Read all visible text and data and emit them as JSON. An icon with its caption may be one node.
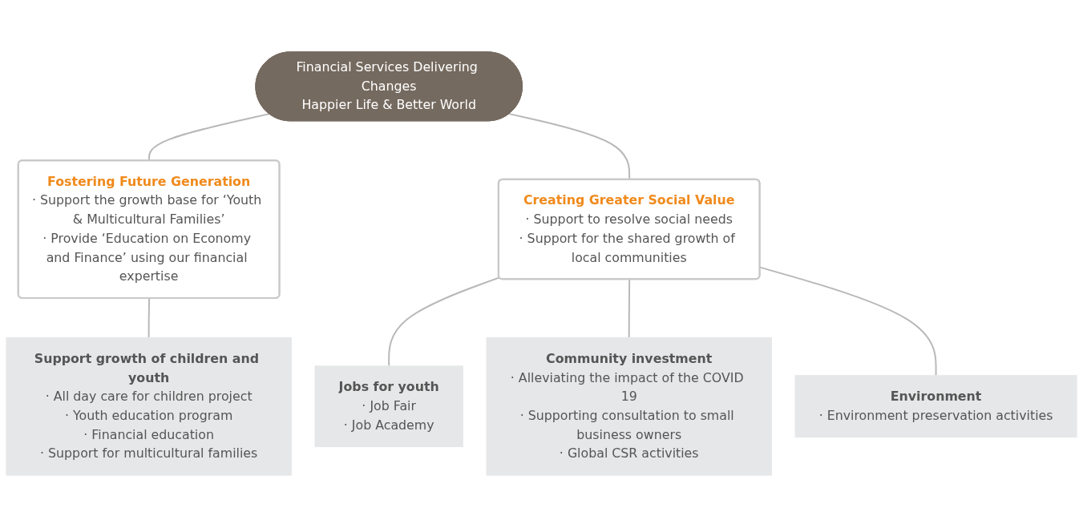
{
  "diagram": {
    "nodes": [
      {
        "text": [
          "Financial Services Delivering Changes",
          "Happier Life & Better World"
        ]
      },
      {
        "text": [
          "Fostering Future Generation",
          "· Support the growth base for ‘Youth & Multicultural Families’",
          "· Provide ‘Education on Economy and Finance’ using our financial expertise"
        ]
      },
      {
        "text": [
          "Creating Greater Social Value",
          "· Support to resolve social needs",
          "· Support for the shared growth of local communities"
        ]
      },
      {
        "text": [
          "Support growth of children and youth",
          "· All day care for children project",
          "· Youth education program",
          "· Financial education",
          "· Support for multicultural families"
        ]
      },
      {
        "text": [
          "Jobs for youth",
          "· Job Fair",
          "· Job Academy"
        ]
      },
      {
        "text": [
          "Community investment",
          "· Alleviating the impact of the COVID 19",
          "· Supporting consultation to small business owners",
          "· Global CSR activities"
        ]
      },
      {
        "text": [
          "Environment",
          "· Environment preservation activities"
        ]
      }
    ],
    "edges": [
      {
        "from": 0,
        "to": 1,
        "arrow": "none"
      },
      {
        "from": 0,
        "to": 2,
        "arrow": "none"
      },
      {
        "from": 1,
        "to": 3,
        "arrow": "none"
      },
      {
        "from": 2,
        "to": 4,
        "arrow": "none"
      },
      {
        "from": 2,
        "to": 5,
        "arrow": "none"
      },
      {
        "from": 2,
        "to": 6,
        "arrow": "none"
      }
    ]
  }
}
